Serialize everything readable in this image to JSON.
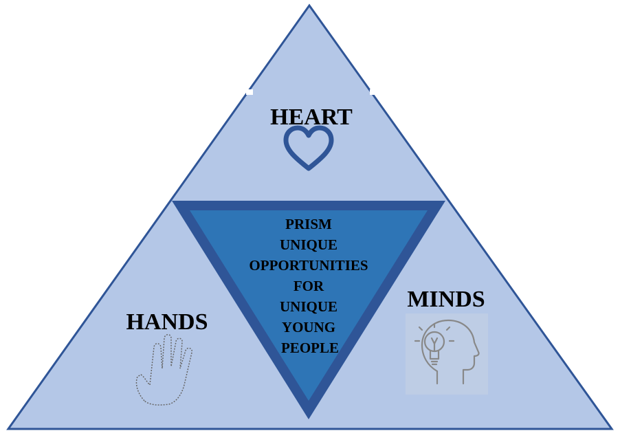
{
  "diagram": {
    "colors": {
      "outer_fill": "#b4c7e7",
      "outer_stroke": "#2f5597",
      "inner_border": "#2f5597",
      "inner_fill": "#2e75b6",
      "heart_stroke": "#2f5597",
      "icon_gray": "#888888"
    },
    "sections": {
      "top": {
        "label": "HEART",
        "icon": "heart-icon"
      },
      "left": {
        "label": "HANDS",
        "icon": "hand-icon"
      },
      "right": {
        "label": "MINDS",
        "icon": "head-lightbulb-icon"
      }
    },
    "center": {
      "lines": [
        "PRISM",
        "UNIQUE",
        "OPPORTUNITIES",
        "FOR",
        "UNIQUE",
        "YOUNG",
        "PEOPLE"
      ]
    }
  }
}
